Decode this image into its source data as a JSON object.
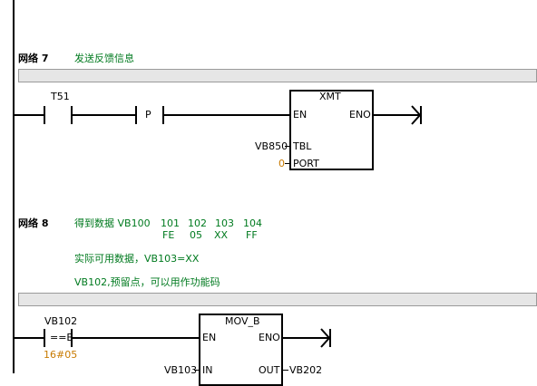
{
  "network7": {
    "label": "网络 7",
    "comment": "发送反馈信息",
    "contact1": "T51",
    "contact2": "P",
    "block": {
      "name": "XMT",
      "en": "EN",
      "eno": "ENO",
      "tbl_label": "TBL",
      "tbl_value": "VB850",
      "port_label": "PORT",
      "port_value": "0"
    }
  },
  "network8": {
    "label": "网络 8",
    "comment_line1": "得到数据 VB100",
    "addr_headers": [
      "101",
      "102",
      "103",
      "104"
    ],
    "addr_values": [
      "FE",
      "05",
      "XX",
      "FF"
    ],
    "comment_line2": "实际可用数据，VB103=XX",
    "comment_line3": "VB102,预留点，可以用作功能码",
    "compare": {
      "operand_top": "VB102",
      "op": "==B",
      "operand_bottom": "16#05"
    },
    "block": {
      "name": "MOV_B",
      "en": "EN",
      "eno": "ENO",
      "in_label": "IN",
      "in_value": "VB103",
      "out_label": "OUT",
      "out_value": "VB202"
    }
  }
}
